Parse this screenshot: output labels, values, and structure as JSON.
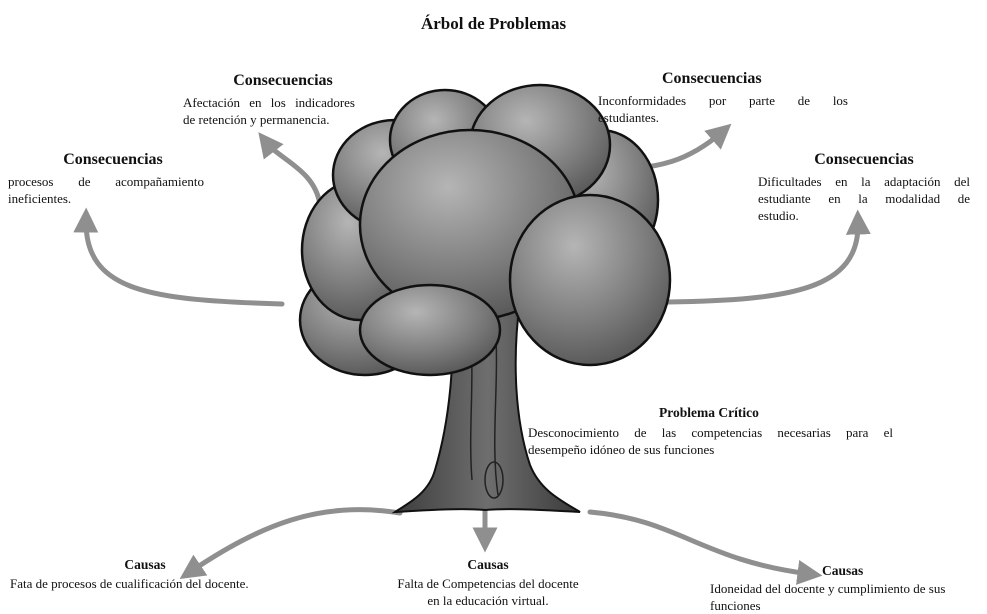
{
  "title": "Árbol de Problemas",
  "consequences": [
    {
      "heading": "Consecuencias",
      "lines": [
        "procesos de acompañamiento",
        "ineficientes."
      ]
    },
    {
      "heading": "Consecuencias",
      "lines": [
        "Afectación en los indicadores",
        "de retención y permanencia."
      ]
    },
    {
      "heading": "Consecuencias",
      "lines": [
        "Inconformidades por parte de los",
        "estudiantes."
      ]
    },
    {
      "heading": "Consecuencias",
      "lines": [
        "Dificultades en la adaptación del",
        "estudiante en la modalidad de",
        "estudio."
      ]
    }
  ],
  "problem": {
    "heading": "Problema Crítico",
    "lines": [
      "Desconocimiento de las competencias necesarias para el",
      "desempeño idóneo de sus funciones"
    ]
  },
  "causes": [
    {
      "heading": "Causas",
      "lines": [
        "Fata de procesos de cualificación del docente."
      ]
    },
    {
      "heading": "Causas",
      "lines": [
        "Falta de Competencias del docente",
        "en la educación virtual."
      ]
    },
    {
      "heading": "Causas",
      "lines": [
        "Idoneidad del docente y cumplimiento de sus",
        "funciones"
      ]
    }
  ],
  "colors": {
    "arrow": "#8f8f8f",
    "foliage": "#7a7a7a",
    "foliage_light": "#a9a9a9",
    "trunk": "#5c5c5c",
    "outline": "#111111"
  }
}
